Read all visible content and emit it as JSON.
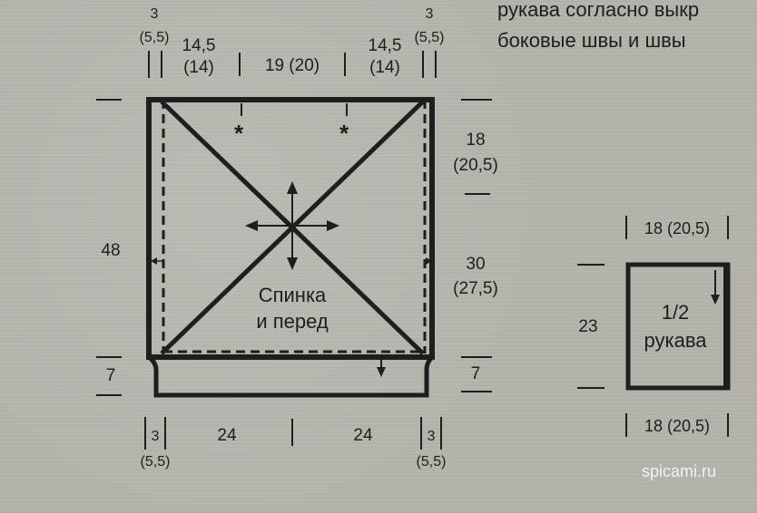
{
  "header_text": {
    "line1": "рукава согласно выкр",
    "line2": "боковые швы и швы"
  },
  "body_diagram": {
    "top_dims": {
      "left_edge": {
        "value": "3",
        "alt": "(5,5)"
      },
      "left_shoulder": {
        "value": "14,5",
        "alt": "(14)"
      },
      "neck": "19  (20)",
      "right_shoulder": {
        "value": "14,5",
        "alt": "(14)"
      },
      "right_edge": {
        "value": "3",
        "alt": "(5,5)"
      }
    },
    "height_total": "48",
    "armhole": {
      "value": "18",
      "alt": "(20,5)"
    },
    "side": {
      "value": "30",
      "alt": "(27,5)"
    },
    "rib_left": "7",
    "rib_right": "7",
    "label_line1": "Спинка",
    "label_line2": "и перед",
    "bottom_dims": {
      "left_edge": {
        "value": "3",
        "alt": "(5,5)"
      },
      "left_half": "24",
      "right_half": "24",
      "right_edge": {
        "value": "3",
        "alt": "(5,5)"
      }
    },
    "marks": [
      "*",
      "*"
    ]
  },
  "sleeve_diagram": {
    "top_width": "18 (20,5)",
    "height": "23",
    "label_line1": "1/2",
    "label_line2": "рукава",
    "bottom_width": "18 (20,5)"
  },
  "watermark": "spicami.ru"
}
